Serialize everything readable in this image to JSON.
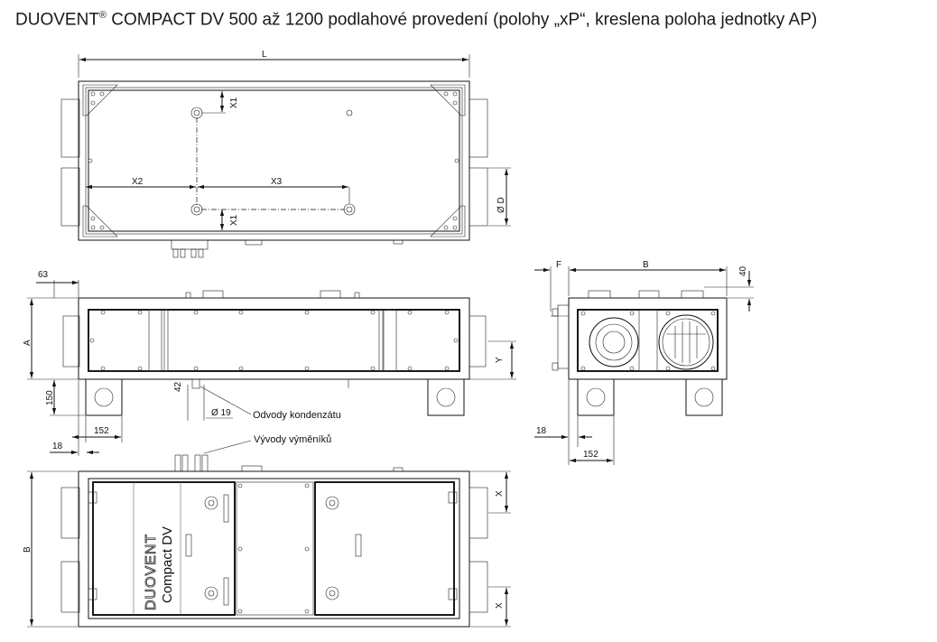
{
  "title": {
    "brand": "DUOVENT",
    "reg": "®",
    "rest": " COMPACT DV 500 až 1200 podlahové provedení (polohy „xP“, kreslena poloha jednotky AP)"
  },
  "dimensions": {
    "L": "L",
    "X1_top": "X1",
    "X1_bottom": "X1",
    "X2": "X2",
    "X3": "X3",
    "D": "Ø D",
    "d63": "63",
    "A": "A",
    "Y": "Y",
    "d150": "150",
    "d42": "42",
    "d19": "Ø 19",
    "d152_left": "152",
    "d18_left": "18",
    "F": "F",
    "B_side": "B",
    "d40": "40",
    "d18_right": "18",
    "d152_right": "152",
    "B_bottom": "B",
    "X_top": "X",
    "X_bottom": "X"
  },
  "labels": {
    "condensate": "Odvody kondenzátu",
    "exchanger": "Vývody výměníků",
    "panel_brand": "DUOVENT",
    "panel_model": "Compact DV"
  }
}
